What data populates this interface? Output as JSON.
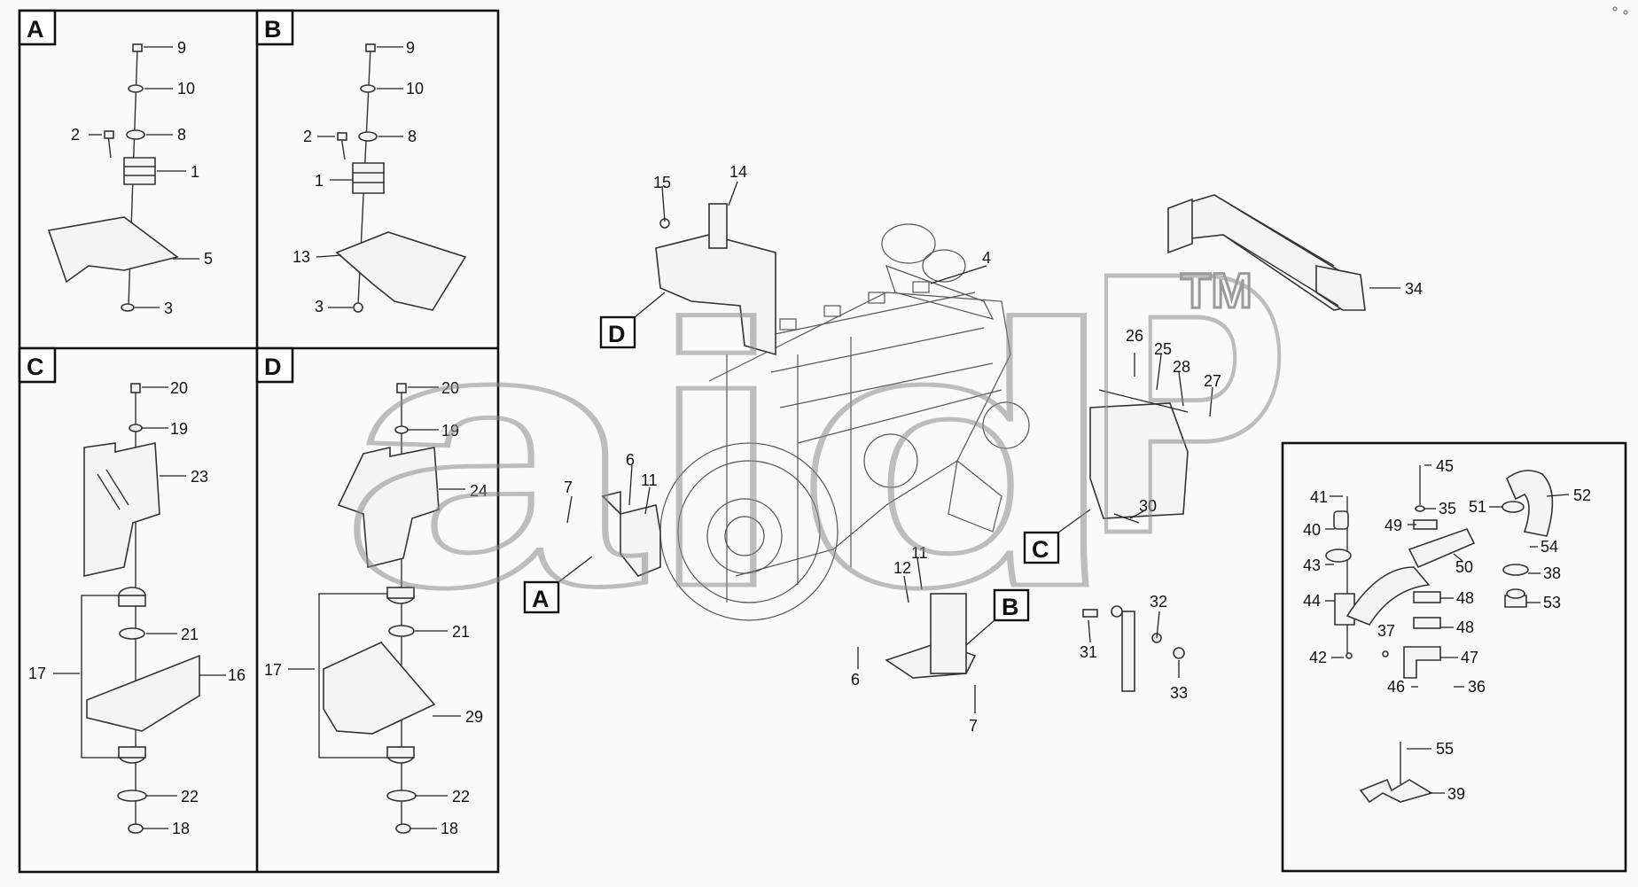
{
  "watermark": {
    "brand": "aid",
    "suffix": "P",
    "trademark": "TM"
  },
  "insets": {
    "A": {
      "letter": "A",
      "labels": [
        "9",
        "10",
        "2",
        "8",
        "1",
        "5",
        "3"
      ]
    },
    "B": {
      "letter": "B",
      "labels": [
        "9",
        "10",
        "2",
        "8",
        "1",
        "13",
        "3"
      ]
    },
    "C": {
      "letter": "C",
      "labels": [
        "20",
        "19",
        "23",
        "17",
        "16",
        "21",
        "22",
        "18"
      ]
    },
    "D": {
      "letter": "D",
      "labels": [
        "20",
        "19",
        "24",
        "17",
        "21",
        "29",
        "22",
        "18"
      ]
    },
    "hoses": {
      "labels": [
        "45",
        "41",
        "35",
        "52",
        "51",
        "40",
        "49",
        "54",
        "43",
        "50",
        "38",
        "44",
        "48",
        "53",
        "48",
        "37",
        "47",
        "42",
        "46",
        "36",
        "55",
        "39"
      ]
    }
  },
  "main": {
    "callouts": {
      "A": "A",
      "B": "B",
      "C": "C",
      "D": "D"
    },
    "labels": [
      "15",
      "14",
      "4",
      "34",
      "26",
      "25",
      "28",
      "27",
      "6",
      "7",
      "11",
      "30",
      "11",
      "12",
      "32",
      "31",
      "33",
      "6",
      "7"
    ]
  }
}
